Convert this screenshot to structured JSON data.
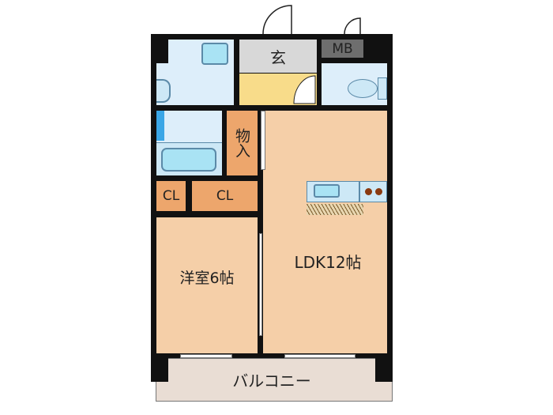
{
  "rooms": {
    "entrance": "玄",
    "meter_box": "MB",
    "storage": "物入",
    "closet_small": "CL",
    "closet_large": "CL",
    "western_room": "洋室6帖",
    "ldk": "LDK12帖",
    "balcony": "バルコニー"
  },
  "colors": {
    "wall": "#111111",
    "wet_area": "#ddeefa",
    "room_floor": "#f5cfa8",
    "storage": "#eda66c",
    "entrance": "#d8d8d8",
    "hall": "#f8dc8a",
    "meter_box": "#6e6e6e",
    "balcony": "#e9ddd4"
  }
}
